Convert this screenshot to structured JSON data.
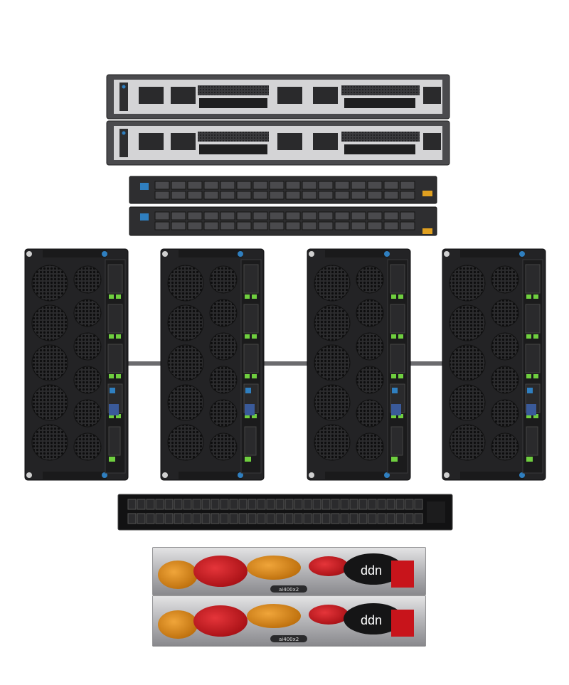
{
  "storage": {
    "brand": "ddn",
    "model_labels": [
      "ai400x2",
      "ai400x2"
    ]
  },
  "colors": {
    "background": "#ffffff",
    "chassis_dark": "#2a2a2c",
    "chassis_mid": "#3a3a3d",
    "panel_light": "#c9c9cb",
    "port_green": "#6fcf3f",
    "accent_blue": "#2f7fc0",
    "ddn_red": "#c8141b",
    "ddn_orange": "#e08a12",
    "silver": "#d8d8da"
  },
  "icons": {
    "switch_ports": "qsfp-port-icon",
    "fan": "fan-grille-icon",
    "storage_logo": "ddn-logo"
  }
}
